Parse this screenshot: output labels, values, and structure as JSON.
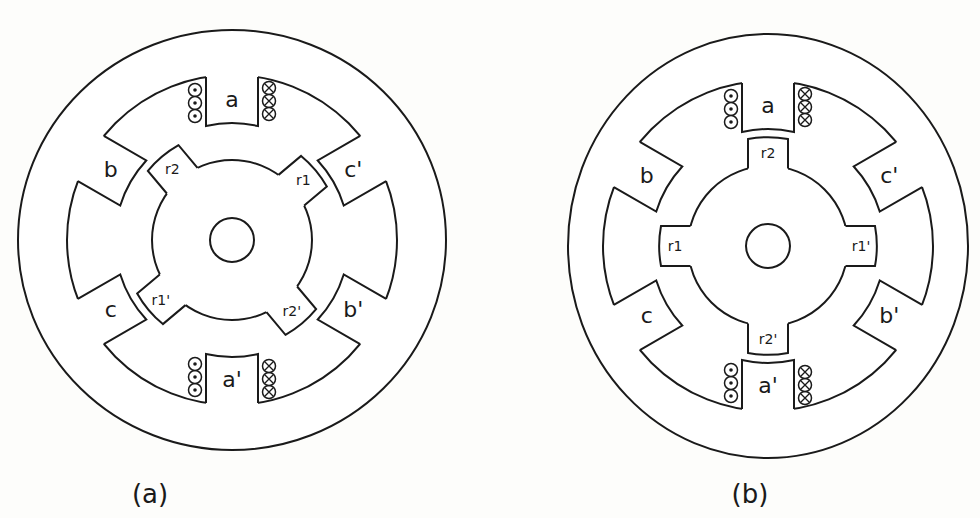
{
  "diagram": {
    "labels": [
      "a",
      "b",
      "c'",
      "c",
      "b'",
      "a'",
      "r2",
      "r1",
      "r1'",
      "r2'",
      "(a)",
      "a",
      "b",
      "c'",
      "c",
      "b'",
      "a'",
      "r2",
      "r1",
      "r1'",
      "r2'",
      "(b)"
    ]
  }
}
